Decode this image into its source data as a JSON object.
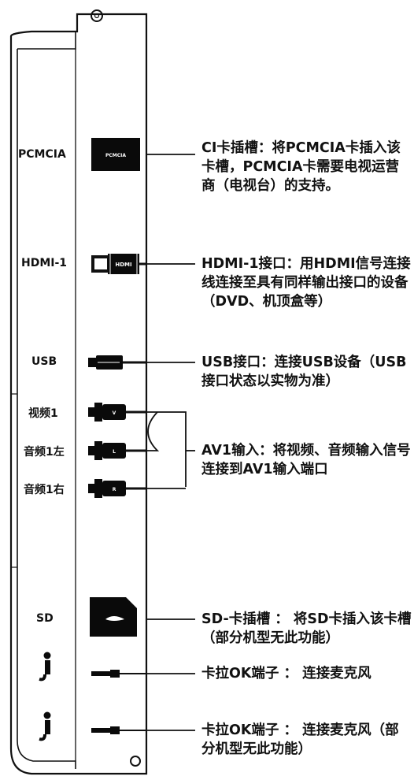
{
  "ports": [
    {
      "id": "pcmcia",
      "label": "PCMCIA",
      "chip_text": "PCMCIA",
      "description": "CI卡插槽：将PCMCIA卡插入该卡槽，PCMCIA卡需要电视运营商（电视台）的支持。"
    },
    {
      "id": "hdmi1",
      "label": "HDMI-1",
      "plug_text": "HDMI",
      "description": "HDMI-1接口：用HDMI信号连接线连接至具有同样输出接口的设备（DVD、机顶盒等）"
    },
    {
      "id": "usb",
      "label": "USB",
      "description": "USB接口：连接USB设备（USB接口状态以实物为准）"
    },
    {
      "id": "video1",
      "label": "视频1",
      "plug_text": "V"
    },
    {
      "id": "audio1l",
      "label": "音频1左",
      "plug_text": "L"
    },
    {
      "id": "audio1r",
      "label": "音频1右",
      "plug_text": "R"
    },
    {
      "id": "av1",
      "description": "AV1输入：将视频、音频输入信号连接到AV1输入端口"
    },
    {
      "id": "sd",
      "label": "SD",
      "description": "SD-卡插槽 ： 将SD卡插入该卡槽（部分机型无此功能）"
    },
    {
      "id": "karaoke1",
      "label": "",
      "icon": "microphone-icon",
      "description": "卡拉OK端子 ： 连接麦克风"
    },
    {
      "id": "karaoke2",
      "label": "",
      "icon": "microphone-icon",
      "description": "卡拉OK端子 ： 连接麦克风（部分机型无此功能）"
    }
  ]
}
